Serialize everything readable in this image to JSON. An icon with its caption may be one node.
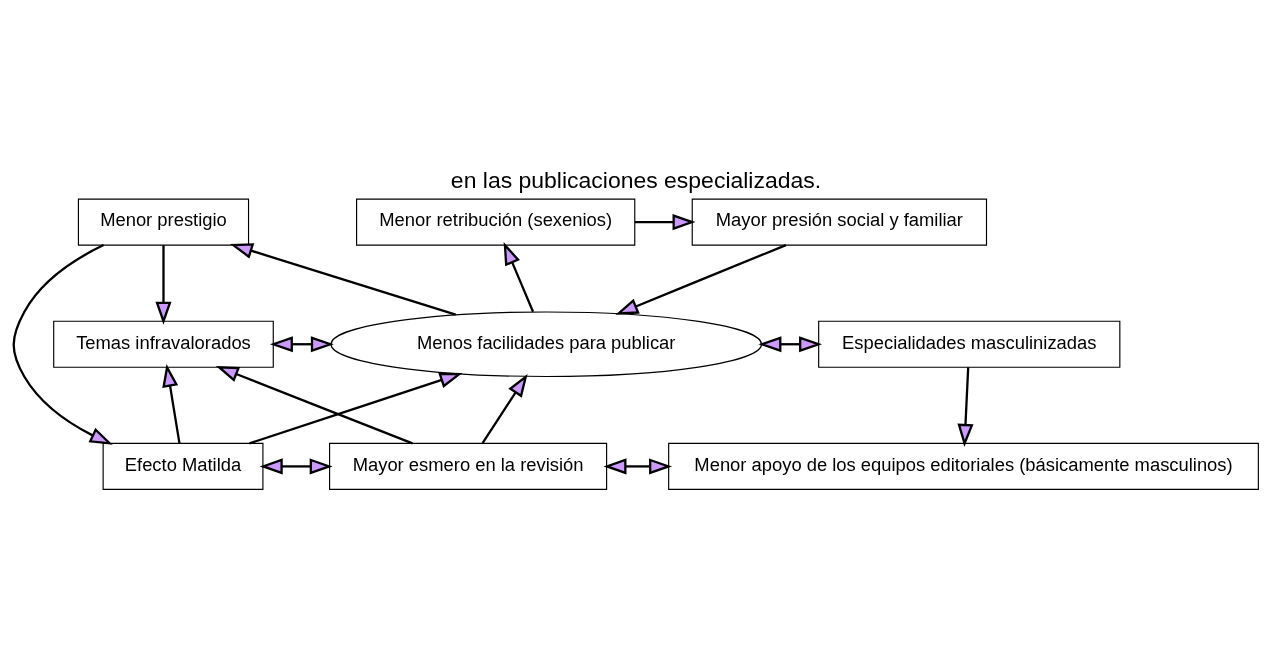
{
  "diagram": {
    "title": "en las publicaciones especializadas.",
    "nodes": [
      {
        "text": [
          "Mayor presión social y familiar"
        ]
      },
      {
        "text": [
          "Menor prestigio"
        ]
      },
      {
        "text": [
          "Menor retribución (sexenios)"
        ]
      },
      {
        "text": [
          "Temas infravalorados"
        ]
      },
      {
        "text": [
          "Menos facilidades para publicar"
        ]
      },
      {
        "text": [
          "Especialidades masculinizadas"
        ]
      },
      {
        "text": [
          "Menor apoyo de los equipos editoriales (básicamente masculinos)"
        ]
      },
      {
        "text": [
          "Efecto Matilda"
        ]
      },
      {
        "text": [
          "Mayor esmero en la revisión"
        ]
      }
    ],
    "edges": [
      {
        "from": 2,
        "to": 0,
        "arrow": "to"
      },
      {
        "from": 0,
        "to": 4,
        "arrow": "to"
      },
      {
        "from": 4,
        "to": 1,
        "arrow": "to"
      },
      {
        "from": 4,
        "to": 2,
        "arrow": "to"
      },
      {
        "from": 1,
        "to": 3,
        "arrow": "to"
      },
      {
        "from": 1,
        "to": 7,
        "arrow": "to"
      },
      {
        "from": 3,
        "to": 4,
        "arrow": "both"
      },
      {
        "from": 4,
        "to": 5,
        "arrow": "both"
      },
      {
        "from": 5,
        "to": 6,
        "arrow": "to"
      },
      {
        "from": 7,
        "to": 3,
        "arrow": "to"
      },
      {
        "from": 7,
        "to": 4,
        "arrow": "to"
      },
      {
        "from": 8,
        "to": 3,
        "arrow": "to"
      },
      {
        "from": 8,
        "to": 4,
        "arrow": "to"
      },
      {
        "from": 7,
        "to": 8,
        "arrow": "both"
      },
      {
        "from": 8,
        "to": 6,
        "arrow": "both"
      }
    ]
  }
}
